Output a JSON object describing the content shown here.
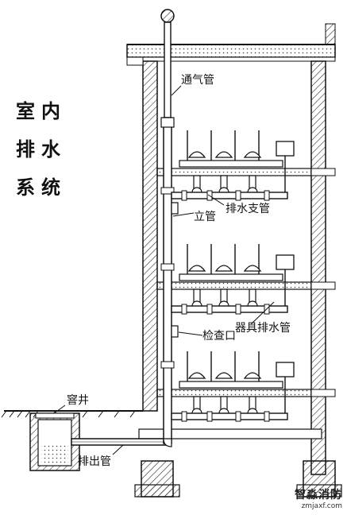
{
  "title": {
    "line1": "室内",
    "line2": "排水",
    "line3": "系统"
  },
  "labels": {
    "vent_pipe": "通气管",
    "branch_pipe": "排水支管",
    "stack": "立管",
    "fixture_drain": "器具排水管",
    "cleanout": "检查口",
    "manhole": "窨井",
    "outlet_pipe": "排出管"
  },
  "watermark": {
    "name": "智淼消防",
    "url": "zmjaxf.com"
  }
}
